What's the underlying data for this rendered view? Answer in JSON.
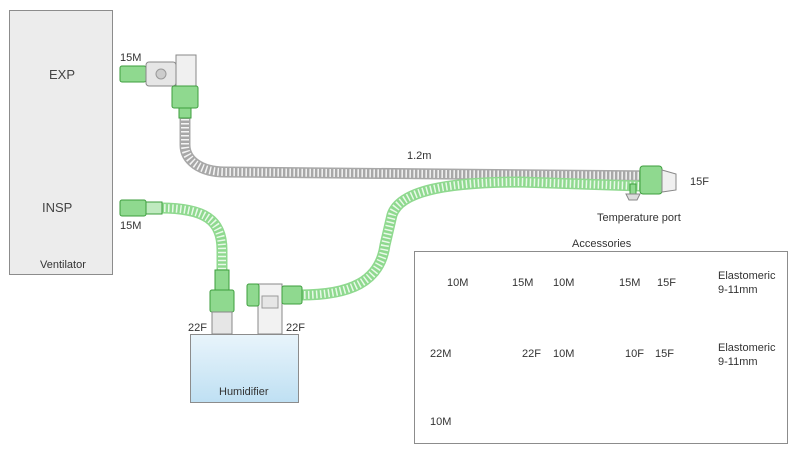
{
  "ventilator": {
    "label": "Ventilator",
    "exp": "EXP",
    "insp": "INSP"
  },
  "humidifier": {
    "label": "Humidifier"
  },
  "labels": {
    "exp_connector": "15M",
    "insp_connector": "15M",
    "tube_length": "1.2m",
    "patient_end": "15F",
    "temperature_port": "Temperature port",
    "humid_left": "22F",
    "humid_right": "22F"
  },
  "accessories": {
    "title": "Accessories",
    "items": [
      {
        "left": "10M",
        "right": "15M"
      },
      {
        "left": "10M",
        "right": "15M"
      },
      {
        "left": "15F",
        "right": "Elastomeric",
        "right2": "9-11mm"
      },
      {
        "left": "22M",
        "right": "22F"
      },
      {
        "left": "10M",
        "right": "10F"
      },
      {
        "left": "15F",
        "right": "Elastomeric",
        "right2": "9-11mm"
      },
      {
        "left": "10M",
        "right": ""
      }
    ]
  },
  "colors": {
    "green": "#8fd98f",
    "green_dark": "#3e9e3e",
    "grey_tube": "#a8a8a8",
    "grey_dark": "#555555",
    "box_fill": "#ececec",
    "water": "#bfe0f3"
  }
}
